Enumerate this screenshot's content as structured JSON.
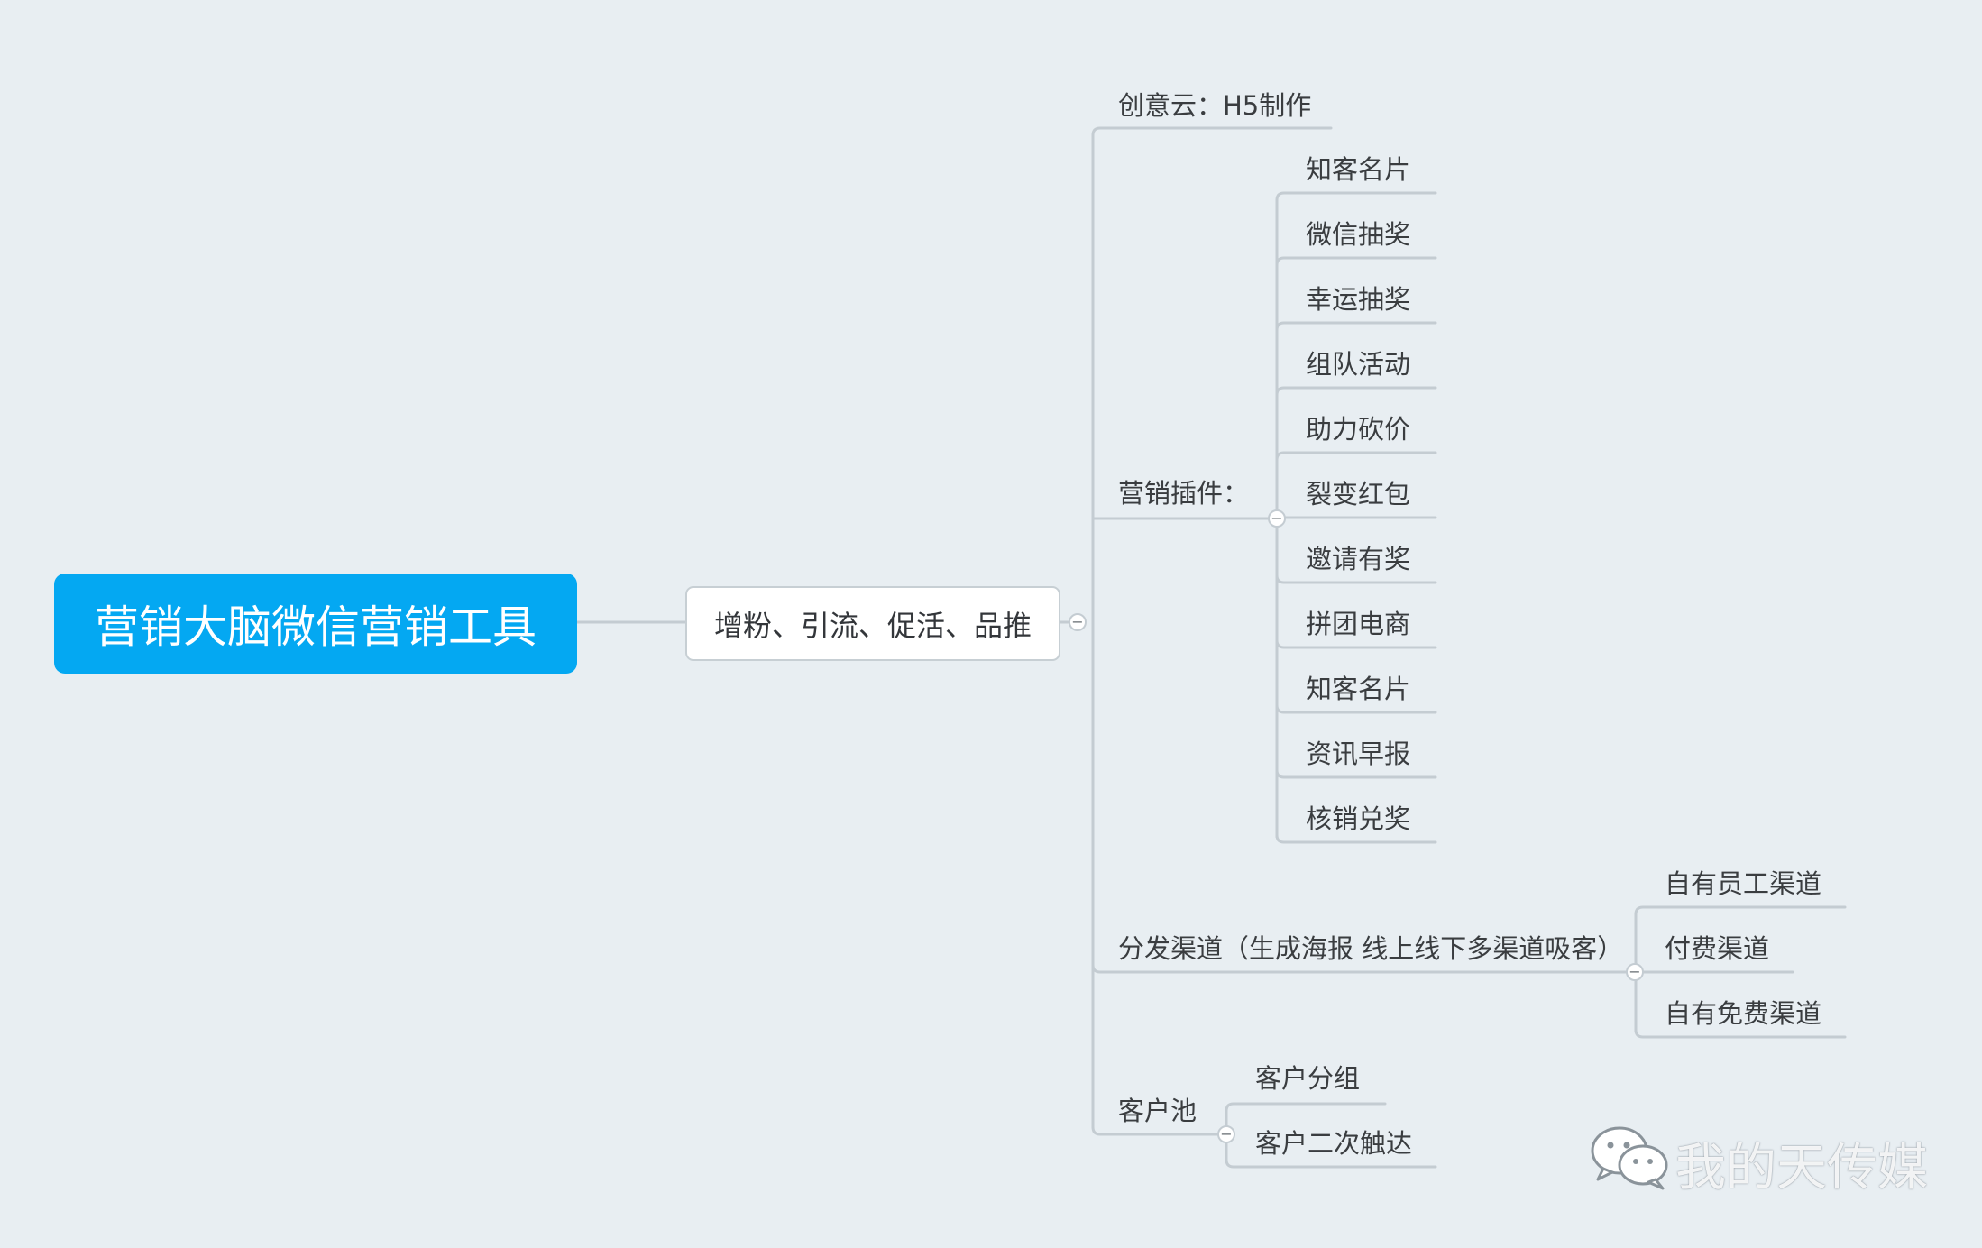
{
  "root": {
    "label": "营销大脑微信营销工具"
  },
  "main_branch": {
    "label": "增粉、引流、促活、品推"
  },
  "branches": {
    "creative_cloud": "创意云：H5制作",
    "plugins": {
      "label": "营销插件：",
      "items": [
        "知客名片",
        "微信抽奖",
        "幸运抽奖",
        "组队活动",
        "助力砍价",
        "裂变红包",
        "邀请有奖",
        "拼团电商",
        "知客名片",
        "资讯早报",
        "核销兑奖"
      ]
    },
    "distribution": {
      "label": "分发渠道（生成海报 线上线下多渠道吸客）",
      "items": [
        "自有员工渠道",
        "付费渠道",
        "自有免费渠道"
      ]
    },
    "customer_pool": {
      "label": "客户池",
      "items": [
        "客户分组",
        "客户二次触达"
      ]
    }
  },
  "collapse_glyph": "−",
  "watermark": {
    "text": "我的天传媒",
    "icon": "wechat-icon"
  },
  "colors": {
    "background": "#e8eef2",
    "root": "#04a8f2",
    "line": "#c4ccd2"
  }
}
